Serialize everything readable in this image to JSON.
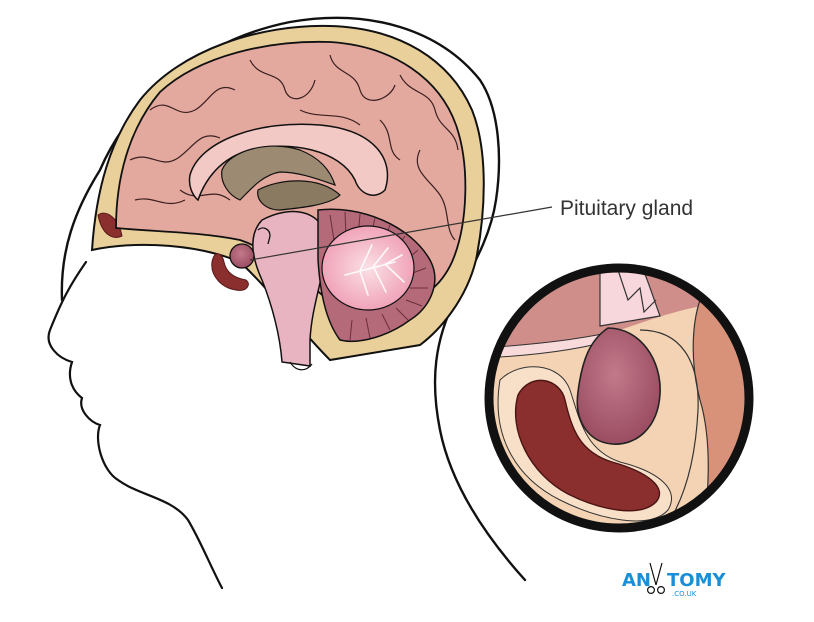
{
  "annotation": {
    "label": "Pituitary gland"
  },
  "logo": {
    "text_left": "AN",
    "text_right": "TOMY",
    "subtext": ".CO.UK",
    "color": "#1a8fd6"
  },
  "colors": {
    "skull_bone": "#e9cf9a",
    "brain_tissue": "#e4a99e",
    "corpus_callosum": "#f2c9c4",
    "ventricle": "#9c8a72",
    "cerebellum_inner": "#f6c9d4",
    "pituitary": "#b36678",
    "sphenoid_sinus": "#8a2e2e",
    "outline": "#111111"
  }
}
